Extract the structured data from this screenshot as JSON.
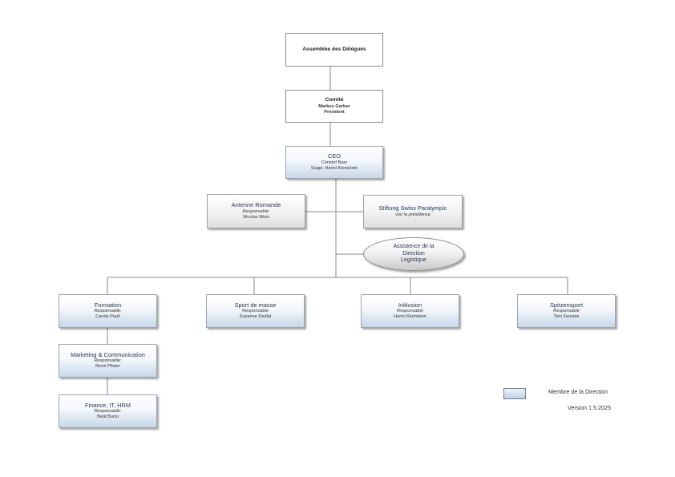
{
  "boxes": {
    "assemblee": {
      "title": "Assemblée des Délégués"
    },
    "comite": {
      "title": "Comité",
      "line1": "Markus Gerber",
      "line2": "Président"
    },
    "ceo": {
      "title": "CEO",
      "line1": "Christof Baer",
      "line2": "Suppl. Hanni Klomstein"
    },
    "antenne": {
      "title": "Antenne Romande",
      "line1": "Responsable:",
      "line2": "Nicolas Wuni"
    },
    "stiftung": {
      "title": "Stiftung Swiss Paralympic",
      "line1": "voir la présidence"
    },
    "assistance": {
      "line1": "Assistence de la",
      "line2": "Direction",
      "line3": "Logistique"
    },
    "formation": {
      "title": "Formation",
      "line1": "Responsable:",
      "line2": "Carole Pauli"
    },
    "sport_masse": {
      "title": "Sport de masse",
      "line1": "Responsable",
      "line2": "Susanne Dedial"
    },
    "inklusion": {
      "title": "Inklusion",
      "line1": "Responsable",
      "line2": "Hanni Klomstein"
    },
    "spitzensport": {
      "title": "Spitzensport",
      "line1": "Responsable",
      "line2": "Tom Feusele"
    },
    "marketing": {
      "title": "Marketing & Communication",
      "line1": "Responsable:",
      "line2": "René Pfister"
    },
    "finance": {
      "title": "Finance, IT, HRM",
      "line1": "Responsable:",
      "line2": "Beat Bucki"
    }
  },
  "legend": {
    "label": "Membre de la Direction",
    "color": "#c7d7e8"
  },
  "version": "Version 1.5.2025",
  "colors": {
    "line": "#8a8a8a",
    "management_box": "#c7d7e8",
    "text": "#1f3552"
  }
}
